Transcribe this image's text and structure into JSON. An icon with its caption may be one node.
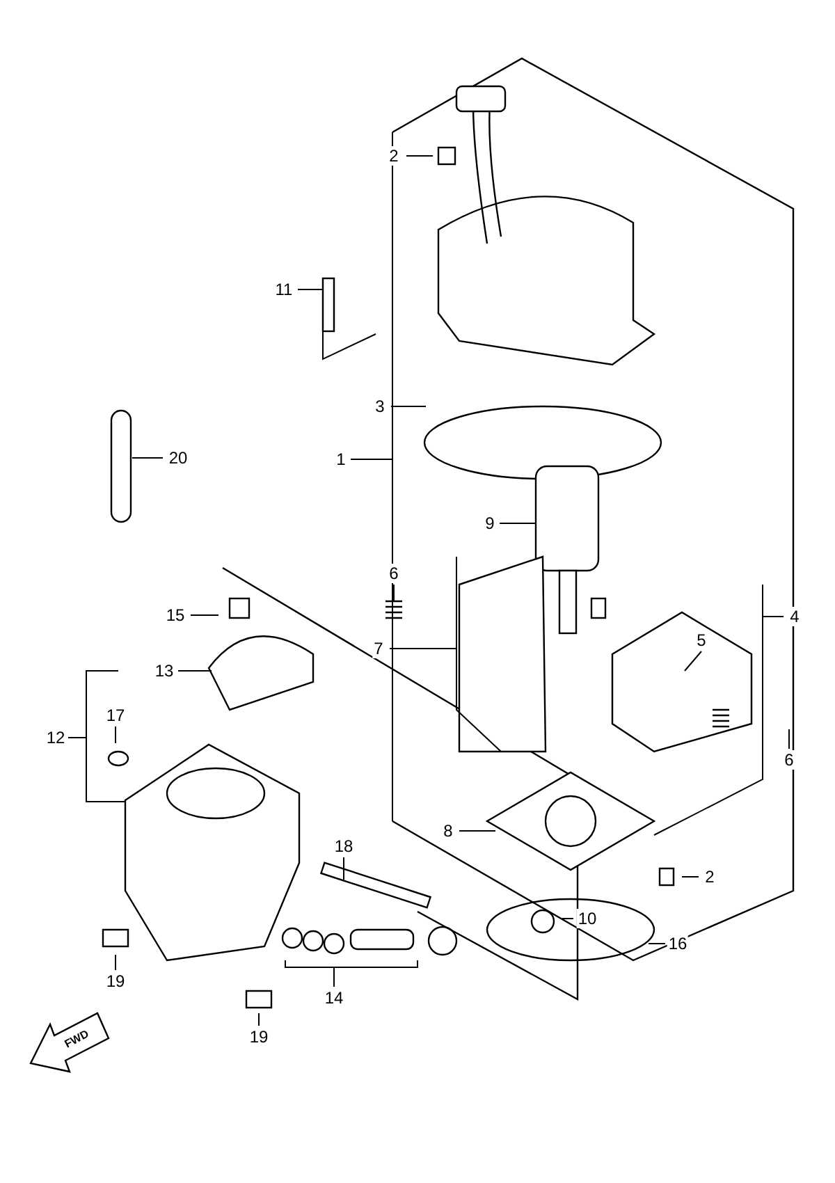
{
  "diagram": {
    "nodes": [
      {
        "text": [
          "2"
        ]
      },
      {
        "text": [
          "11"
        ]
      },
      {
        "text": [
          "3"
        ]
      },
      {
        "text": [
          "1"
        ]
      },
      {
        "text": [
          "20"
        ]
      },
      {
        "text": [
          "9"
        ]
      },
      {
        "text": [
          "6"
        ]
      },
      {
        "text": [
          "15"
        ]
      },
      {
        "text": [
          "4"
        ]
      },
      {
        "text": [
          "5"
        ]
      },
      {
        "text": [
          "7"
        ]
      },
      {
        "text": [
          "13"
        ]
      },
      {
        "text": [
          "12"
        ]
      },
      {
        "text": [
          "17"
        ]
      },
      {
        "text": [
          "6"
        ]
      },
      {
        "text": [
          "8"
        ]
      },
      {
        "text": [
          "18"
        ]
      },
      {
        "text": [
          "2"
        ]
      },
      {
        "text": [
          "10"
        ]
      },
      {
        "text": [
          "16"
        ]
      },
      {
        "text": [
          "19"
        ]
      },
      {
        "text": [
          "14"
        ]
      },
      {
        "text": [
          "19"
        ]
      }
    ],
    "edges": [
      {
        "from": 0,
        "to": null,
        "arrow": "none"
      },
      {
        "from": 1,
        "to": null,
        "arrow": "none"
      },
      {
        "from": 2,
        "to": null,
        "arrow": "none"
      },
      {
        "from": 3,
        "to": null,
        "arrow": "none"
      },
      {
        "from": 4,
        "to": null,
        "arrow": "none"
      },
      {
        "from": 5,
        "to": null,
        "arrow": "none"
      },
      {
        "from": 6,
        "to": null,
        "arrow": "none"
      },
      {
        "from": 7,
        "to": null,
        "arrow": "none"
      },
      {
        "from": 8,
        "to": null,
        "arrow": "none"
      },
      {
        "from": 9,
        "to": null,
        "arrow": "none"
      },
      {
        "from": 10,
        "to": null,
        "arrow": "none"
      },
      {
        "from": 11,
        "to": null,
        "arrow": "none"
      },
      {
        "from": 12,
        "to": null,
        "arrow": "none"
      },
      {
        "from": 13,
        "to": null,
        "arrow": "none"
      },
      {
        "from": 14,
        "to": null,
        "arrow": "none"
      },
      {
        "from": 15,
        "to": null,
        "arrow": "none"
      },
      {
        "from": 16,
        "to": null,
        "arrow": "none"
      },
      {
        "from": 17,
        "to": null,
        "arrow": "none"
      },
      {
        "from": 18,
        "to": null,
        "arrow": "none"
      },
      {
        "from": 19,
        "to": null,
        "arrow": "none"
      },
      {
        "from": 20,
        "to": null,
        "arrow": "none"
      },
      {
        "from": 21,
        "to": null,
        "arrow": "none"
      },
      {
        "from": 22,
        "to": null,
        "arrow": "none"
      }
    ],
    "labels": [
      "FWD"
    ]
  }
}
